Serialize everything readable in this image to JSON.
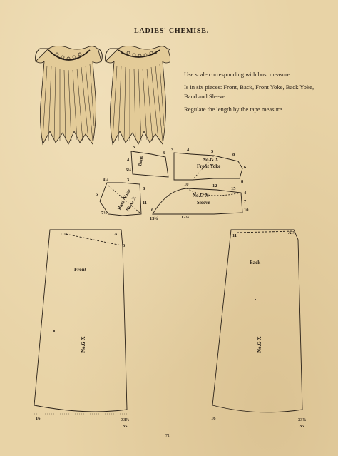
{
  "page": {
    "title": "LADIES' CHEMISE.",
    "page_number": "71"
  },
  "instructions": [
    "Use scale corresponding with bust measure.",
    "Is in six pieces: Front, Back, Front Yoke, Back Yoke, Band and Sleeve.",
    "Regulate the length by the tape measure."
  ],
  "pieces": {
    "front_yoke": {
      "name": "Front Yoke",
      "size": "No.G X"
    },
    "back_yoke": {
      "name": "Back Yoke",
      "size": "No.G X"
    },
    "sleeve": {
      "name": "Sleeve",
      "size": "No.G X"
    },
    "band": {
      "name": "Band"
    },
    "front": {
      "name": "Front",
      "size": "No.G X"
    },
    "back": {
      "name": "Back",
      "size": "No.G X"
    }
  },
  "marks": {
    "front_top_left": "11¼",
    "front_top_right": "A",
    "front_shoulder": "3",
    "front_bottom_left": "16",
    "front_bottom_right_a": "33⅞",
    "front_bottom_right_b": "35",
    "back_top_left": "11",
    "back_top_right": "A",
    "back_top_frac": "⅞",
    "back_bottom_left": "16",
    "back_bottom_right_a": "33⅞",
    "back_bottom_right_b": "35",
    "fy_left_top": "4",
    "fy_left_mid": "6½",
    "fy_a": "3",
    "fy_b": "3",
    "fy_c": "3",
    "fy_right_a": "4",
    "fy_right_b": "5",
    "fy_right_c": "8",
    "fy_right_d": "6",
    "fy_right_e": "8",
    "by_left_a": "4¼",
    "by_left_b": "5",
    "by_left_c": "7¼",
    "by_d": "3",
    "by_e": "8",
    "by_f": "11",
    "sl_a": "6",
    "sl_b": "10",
    "sl_c": "12",
    "sl_d": "15",
    "sl_e": "12½",
    "sl_f": "13¾",
    "sl_right_a": "4",
    "sl_right_b": "7",
    "sl_right_c": "10"
  },
  "colors": {
    "paper": "#e8d3a6",
    "ink": "#2a2118"
  }
}
